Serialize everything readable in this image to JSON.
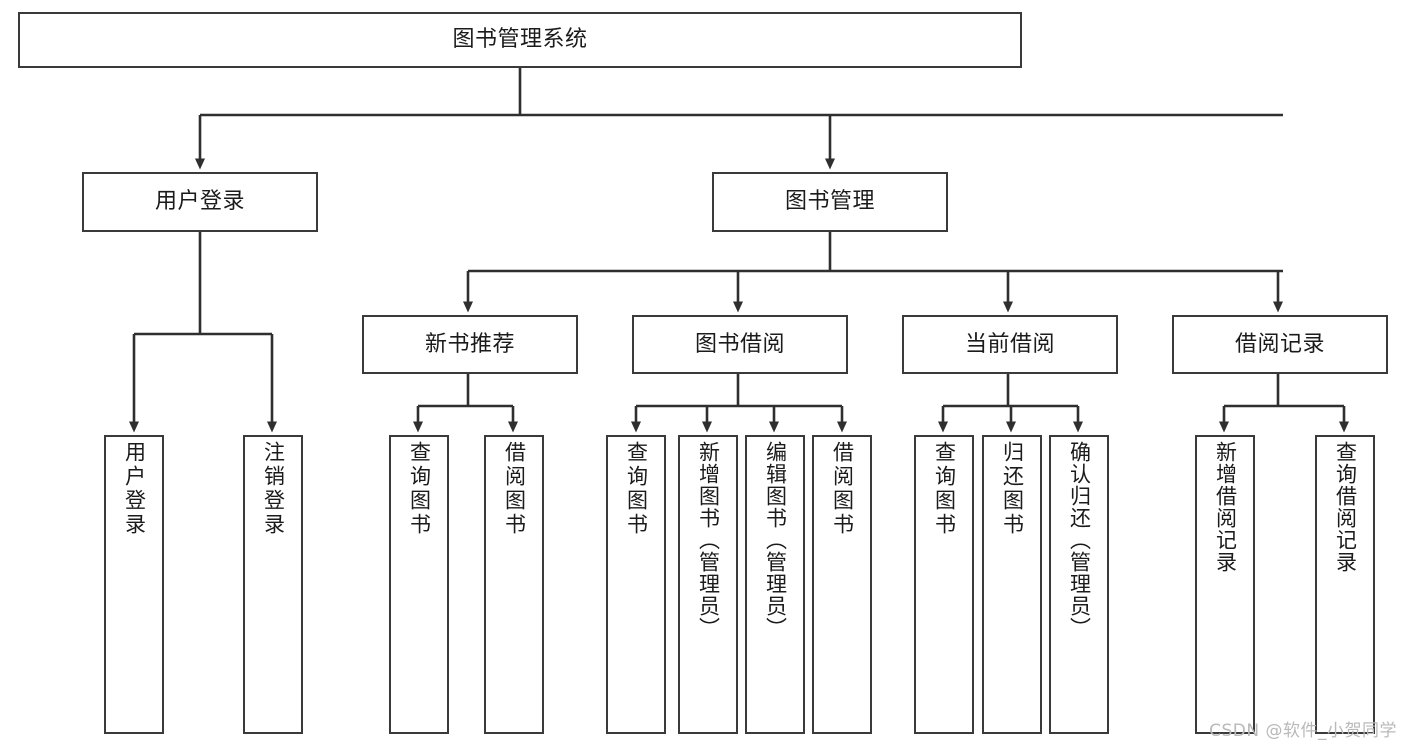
{
  "diagram": {
    "title": "图书管理系统",
    "type": "tree",
    "watermark": "CSDN @软件_小贺同学",
    "colors": {
      "background": "#ffffff",
      "box_border": "#3a3a3a",
      "box_fill": "#ffffff",
      "connector": "#2f2f2f",
      "text": "#1b1b1b",
      "watermark": "#b9b9b9"
    },
    "root": {
      "label": "图书管理系统"
    },
    "level2": [
      {
        "label": "用户登录"
      },
      {
        "label": "图书管理"
      }
    ],
    "level3": [
      {
        "label": "新书推荐"
      },
      {
        "label": "图书借阅"
      },
      {
        "label": "当前借阅"
      },
      {
        "label": "借阅记录"
      }
    ],
    "leaves": {
      "user_login": [
        {
          "label": "用户登录"
        },
        {
          "label": "注销登录"
        }
      ],
      "new_book_recommend": [
        {
          "label": "查询图书"
        },
        {
          "label": "借阅图书"
        }
      ],
      "book_borrow": [
        {
          "label": "查询图书"
        },
        {
          "label": "新增图书（管理员）"
        },
        {
          "label": "编辑图书（管理员）"
        },
        {
          "label": "借阅图书"
        }
      ],
      "current_borrow": [
        {
          "label": "查询图书"
        },
        {
          "label": "归还图书"
        },
        {
          "label": "确认归还（管理员）"
        }
      ],
      "borrow_record": [
        {
          "label": "新增借阅记录"
        },
        {
          "label": "查询借阅记录"
        }
      ]
    }
  }
}
